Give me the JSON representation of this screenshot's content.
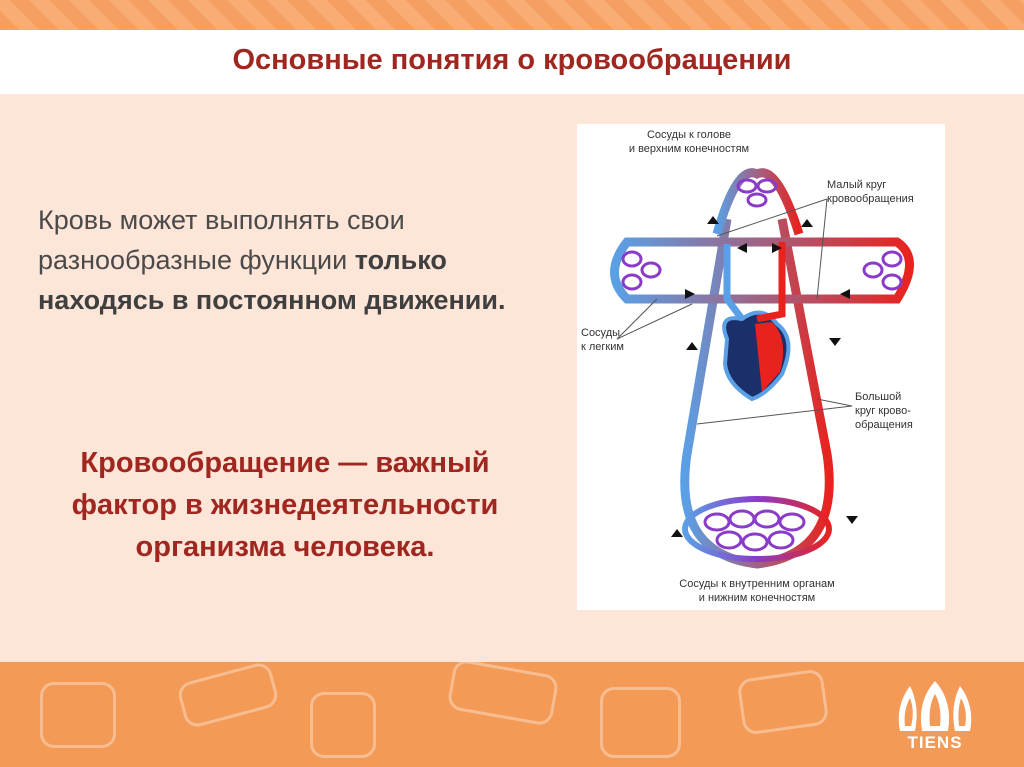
{
  "slide": {
    "title": "Основные понятия о кровообращении",
    "paragraph_plain": "Кровь может выполнять свои разнообразные функции",
    "paragraph_bold": "только находясь в постоянном движении.",
    "highlight": "Кровообращение — важный фактор в жизнедеятельности организма человека."
  },
  "diagram": {
    "label_top": [
      "Сосуды к голове",
      "и верхним конечностям"
    ],
    "label_small_circle": [
      "Малый круг",
      "кровообращения"
    ],
    "label_lung_vessels": [
      "Сосуды",
      "к легким"
    ],
    "label_big_circle": [
      "Большой",
      "круг крово-",
      "обращения"
    ],
    "label_bottom": [
      "Сосуды к внутренним органам",
      "и нижним конечностям"
    ]
  },
  "logo": {
    "text": "TIENS"
  },
  "colors": {
    "title": "#a0271f",
    "artery": "#e8231e",
    "vein": "#5aa0e6",
    "capillary": "#8a3cc8"
  }
}
